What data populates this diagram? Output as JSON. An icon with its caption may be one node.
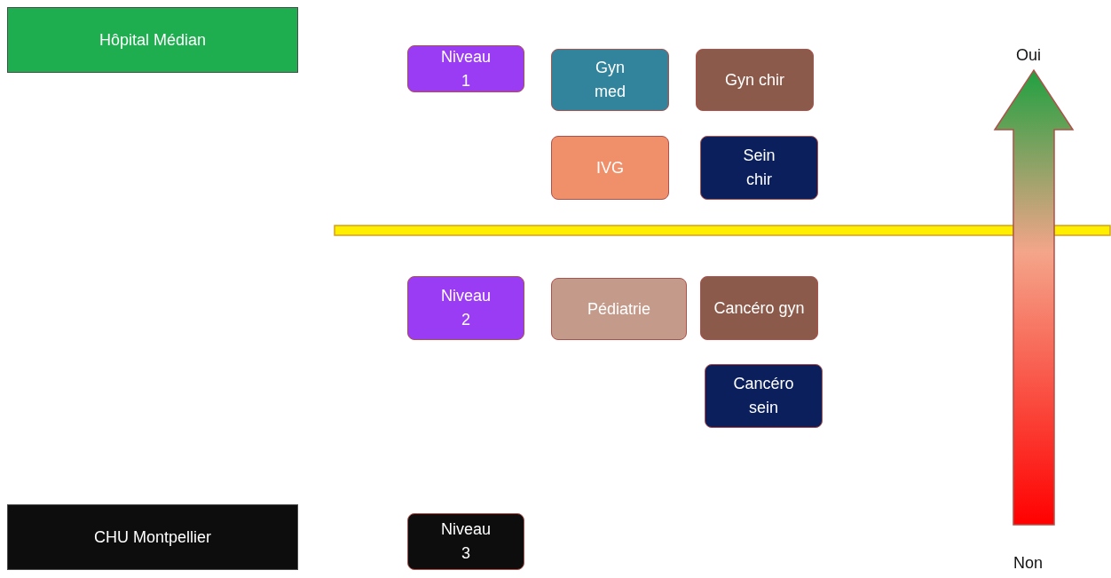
{
  "diagram": {
    "nodes": [
      {
        "text": [
          "Hôpital Médian"
        ]
      },
      {
        "text": [
          "Niveau 1"
        ]
      },
      {
        "text": [
          "Gyn med"
        ]
      },
      {
        "text": [
          "Gyn chir"
        ]
      },
      {
        "text": [
          "IVG"
        ]
      },
      {
        "text": [
          "Sein chir"
        ]
      },
      {
        "text": [
          "Niveau 2"
        ]
      },
      {
        "text": [
          "Pédiatrie"
        ]
      },
      {
        "text": [
          "Cancéro gyn"
        ]
      },
      {
        "text": [
          "Cancéro sein"
        ]
      },
      {
        "text": [
          "CHU Montpellier"
        ]
      },
      {
        "text": [
          "Niveau 3"
        ]
      }
    ],
    "labels": [
      "Oui",
      "Non"
    ]
  }
}
